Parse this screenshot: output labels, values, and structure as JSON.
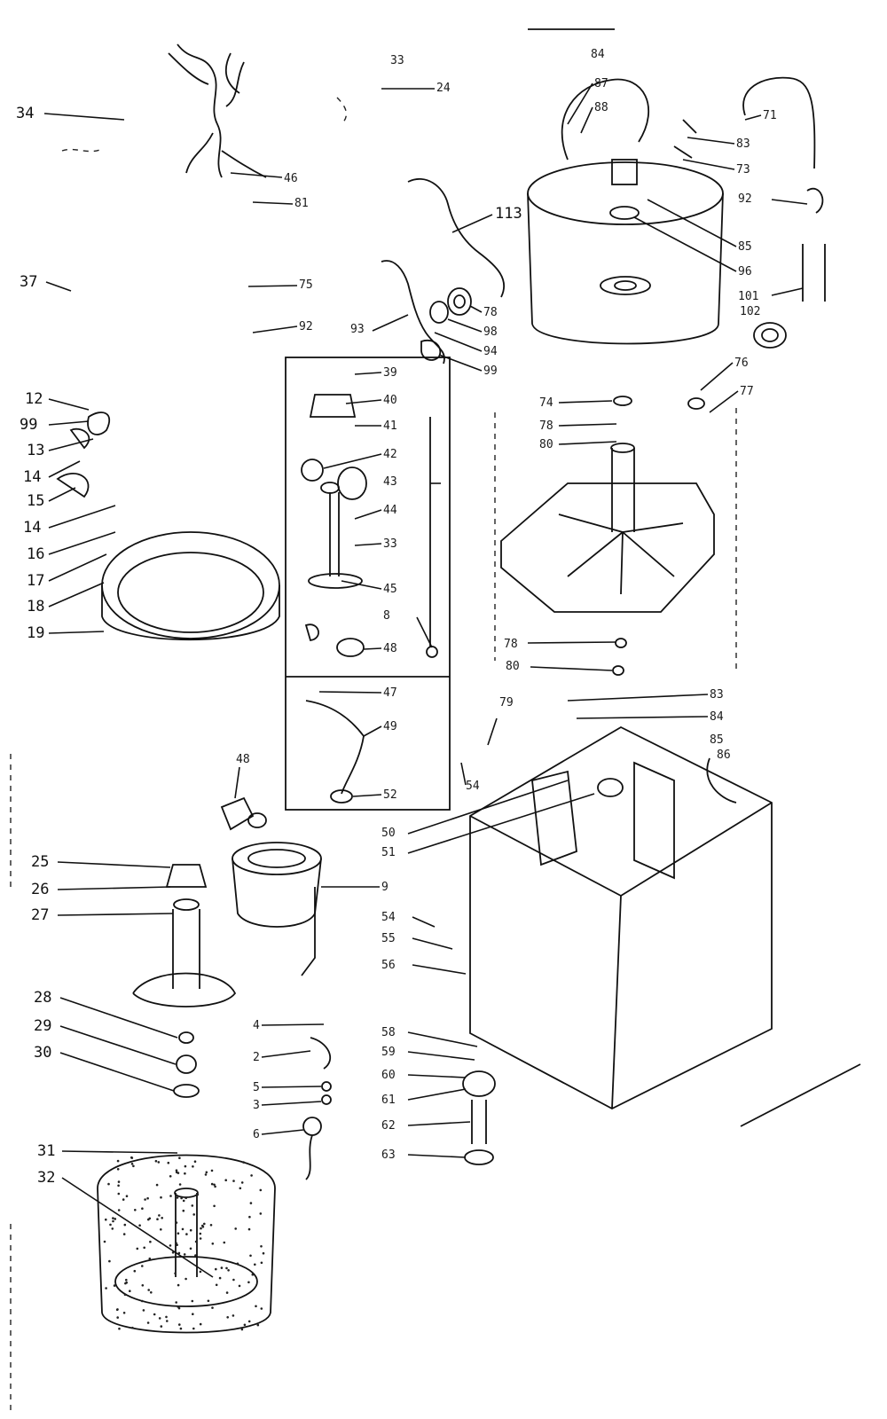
{
  "callouts": [
    {
      "id": "c34",
      "text": "34"
    },
    {
      "id": "c33a",
      "text": "33"
    },
    {
      "id": "c24",
      "text": "24"
    },
    {
      "id": "c46",
      "text": "46"
    },
    {
      "id": "c81",
      "text": "81"
    },
    {
      "id": "c113",
      "text": "113"
    },
    {
      "id": "c37",
      "text": "37"
    },
    {
      "id": "c75",
      "text": "75"
    },
    {
      "id": "c92a",
      "text": "92"
    },
    {
      "id": "c93",
      "text": "93"
    },
    {
      "id": "c78a",
      "text": "78"
    },
    {
      "id": "c98",
      "text": "98"
    },
    {
      "id": "c94",
      "text": "94"
    },
    {
      "id": "c99a",
      "text": "99"
    },
    {
      "id": "c84a",
      "text": "84"
    },
    {
      "id": "c87",
      "text": "87"
    },
    {
      "id": "c88",
      "text": "88"
    },
    {
      "id": "c71",
      "text": "71"
    },
    {
      "id": "c83a",
      "text": "83"
    },
    {
      "id": "c73",
      "text": "73"
    },
    {
      "id": "c92b",
      "text": "92"
    },
    {
      "id": "c85",
      "text": "85"
    },
    {
      "id": "c96",
      "text": "96"
    },
    {
      "id": "c101",
      "text": "101"
    },
    {
      "id": "c102",
      "text": "102"
    },
    {
      "id": "c76",
      "text": "76"
    },
    {
      "id": "c77",
      "text": "77"
    },
    {
      "id": "c74",
      "text": "74"
    },
    {
      "id": "c78b",
      "text": "78"
    },
    {
      "id": "c80a",
      "text": "80"
    },
    {
      "id": "c78c",
      "text": "78"
    },
    {
      "id": "c80b",
      "text": "80"
    },
    {
      "id": "c83b",
      "text": "83"
    },
    {
      "id": "c84b",
      "text": "84"
    },
    {
      "id": "c85b",
      "text": "85"
    },
    {
      "id": "c86",
      "text": "86"
    },
    {
      "id": "c39",
      "text": "39"
    },
    {
      "id": "c40",
      "text": "40"
    },
    {
      "id": "c41",
      "text": "41"
    },
    {
      "id": "c42",
      "text": "42"
    },
    {
      "id": "c43",
      "text": "43"
    },
    {
      "id": "c44",
      "text": "44"
    },
    {
      "id": "c33b",
      "text": "33"
    },
    {
      "id": "c45",
      "text": "45"
    },
    {
      "id": "c8",
      "text": "8"
    },
    {
      "id": "c48a",
      "text": "48"
    },
    {
      "id": "c47",
      "text": "47"
    },
    {
      "id": "c49",
      "text": "49"
    },
    {
      "id": "c52",
      "text": "52"
    },
    {
      "id": "c12",
      "text": "12"
    },
    {
      "id": "c99b",
      "text": "99"
    },
    {
      "id": "c13",
      "text": "13"
    },
    {
      "id": "c14a",
      "text": "14"
    },
    {
      "id": "c15",
      "text": "15"
    },
    {
      "id": "c14b",
      "text": "14"
    },
    {
      "id": "c16",
      "text": "16"
    },
    {
      "id": "c17",
      "text": "17"
    },
    {
      "id": "c18",
      "text": "18"
    },
    {
      "id": "c19",
      "text": "19"
    },
    {
      "id": "c79",
      "text": "79"
    },
    {
      "id": "c54a",
      "text": "54"
    },
    {
      "id": "c48b",
      "text": "48"
    },
    {
      "id": "c50",
      "text": "50"
    },
    {
      "id": "c51",
      "text": "51"
    },
    {
      "id": "c9",
      "text": "9"
    },
    {
      "id": "c54b",
      "text": "54"
    },
    {
      "id": "c55",
      "text": "55"
    },
    {
      "id": "c56",
      "text": "56"
    },
    {
      "id": "c25",
      "text": "25"
    },
    {
      "id": "c26",
      "text": "26"
    },
    {
      "id": "c27",
      "text": "27"
    },
    {
      "id": "c28",
      "text": "28"
    },
    {
      "id": "c29",
      "text": "29"
    },
    {
      "id": "c30",
      "text": "30"
    },
    {
      "id": "c4",
      "text": "4"
    },
    {
      "id": "c2",
      "text": "2"
    },
    {
      "id": "c5",
      "text": "5"
    },
    {
      "id": "c3",
      "text": "3"
    },
    {
      "id": "c6",
      "text": "6"
    },
    {
      "id": "c58",
      "text": "58"
    },
    {
      "id": "c59",
      "text": "59"
    },
    {
      "id": "c60",
      "text": "60"
    },
    {
      "id": "c61",
      "text": "61"
    },
    {
      "id": "c62",
      "text": "62"
    },
    {
      "id": "c63",
      "text": "63"
    },
    {
      "id": "c31",
      "text": "31"
    },
    {
      "id": "c32",
      "text": "32"
    }
  ]
}
